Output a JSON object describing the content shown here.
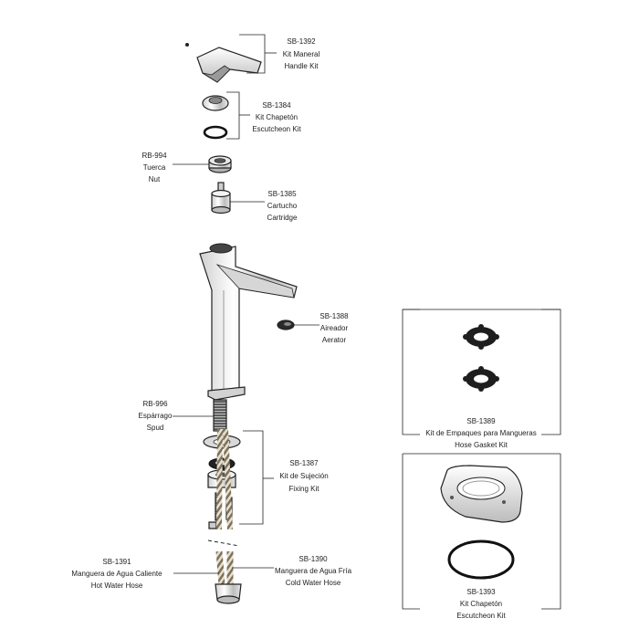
{
  "callouts": {
    "sb1392": {
      "code": "SB-1392",
      "es": "Kit Maneral",
      "en": "Handle Kit"
    },
    "sb1384": {
      "code": "SB-1384",
      "es": "Kit Chapetón",
      "en": "Escutcheon Kit"
    },
    "rb994": {
      "code": "RB-994",
      "es": "Tuerca",
      "en": "Nut"
    },
    "sb1385": {
      "code": "SB-1385",
      "es": "Cartucho",
      "en": "Cartridge"
    },
    "sb1388": {
      "code": "SB-1388",
      "es": "Aireador",
      "en": "Aerator"
    },
    "rb996": {
      "code": "RB-996",
      "es": "Espárrago",
      "en": "Spud"
    },
    "sb1387": {
      "code": "SB-1387",
      "es": "Kit de Sujeción",
      "en": "Fixing Kit"
    },
    "sb1391": {
      "code": "SB-1391",
      "es": "Manguera de Agua Caliente",
      "en": "Hot Water Hose"
    },
    "sb1390": {
      "code": "SB-1390",
      "es": "Manguera de Agua Fría",
      "en": "Cold Water Hose"
    },
    "sb1389": {
      "code": "SB-1389",
      "es": "Kit de Empaques para Mangueras",
      "en": "Hose Gasket Kit"
    },
    "sb1393": {
      "code": "SB-1393",
      "es": "Kit Chapetón",
      "en": "Escutcheon Kit"
    }
  },
  "colors": {
    "outline": "#222222",
    "chrome_light": "#f2f2f2",
    "chrome_mid": "#c9c9c9",
    "chrome_dark": "#8c8c8c",
    "rubber": "#2a2a2a",
    "braid": "#b8a98a"
  }
}
